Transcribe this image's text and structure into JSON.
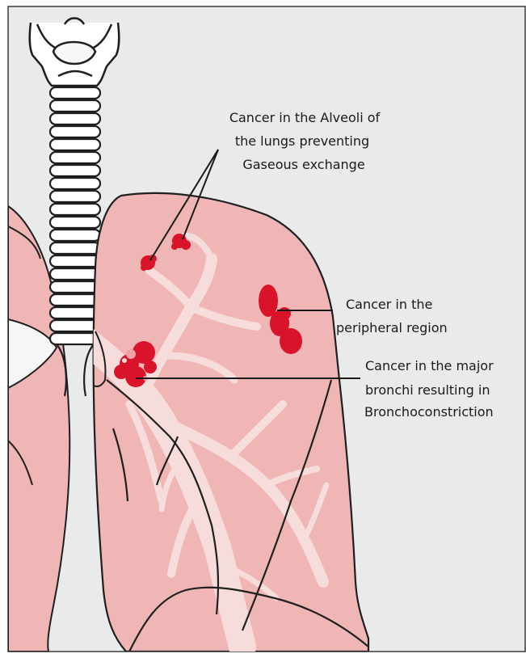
{
  "labels": {
    "alveoli": {
      "line1": "Cancer in the Alveoli of",
      "line2": "the lungs preventing",
      "line3": "Gaseous exchange"
    },
    "peripheral": {
      "line1": "Cancer in the",
      "line2": "peripheral region"
    },
    "bronchi": {
      "line1": "Cancer in the major",
      "line2": "bronchi resulting in",
      "line3": "Bronchoconstriction"
    }
  },
  "colors": {
    "background": "#e9eaea",
    "lung_fill": "#f0b6b6",
    "lung_outline": "#1f1f1f",
    "bronchi_fill": "#f7dcdc",
    "tumor": "#d9142a",
    "trachea_fill": "#ffffff"
  }
}
